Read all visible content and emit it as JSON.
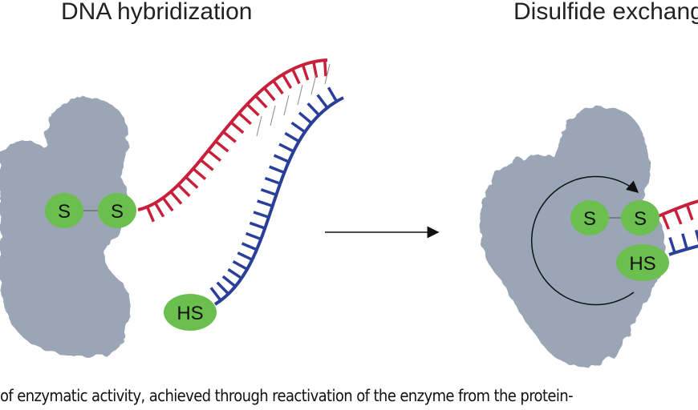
{
  "titles": {
    "left": "DNA hybridization",
    "right": "Disulfide exchange"
  },
  "labels": {
    "s1": "S",
    "s2": "S",
    "hs": "HS",
    "s3": "S",
    "s4": "S",
    "hs2": "HS"
  },
  "caption": "of enzymatic activity, achieved through reactivation of the enzyme from the protein-",
  "colors": {
    "protein": "#9aa6b6",
    "sulfur": "#6bbf4e",
    "red_strand": "#c8203a",
    "blue_strand": "#2a3f9a"
  }
}
